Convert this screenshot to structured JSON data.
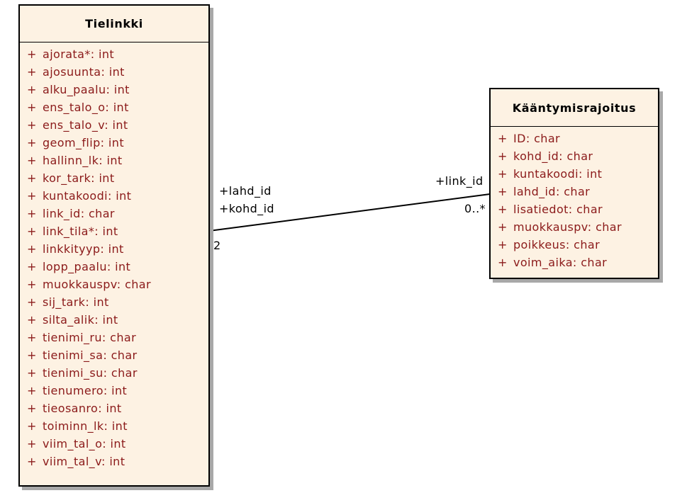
{
  "classes": {
    "tielinkki": {
      "name": "Tielinkki",
      "attributes": [
        {
          "vis": "+",
          "text": "ajorata*: int"
        },
        {
          "vis": "+",
          "text": "ajosuunta: int"
        },
        {
          "vis": "+",
          "text": "alku_paalu: int"
        },
        {
          "vis": "+",
          "text": "ens_talo_o: int"
        },
        {
          "vis": "+",
          "text": "ens_talo_v: int"
        },
        {
          "vis": "+",
          "text": "geom_flip: int"
        },
        {
          "vis": "+",
          "text": "hallinn_lk: int"
        },
        {
          "vis": "+",
          "text": "kor_tark: int"
        },
        {
          "vis": "+",
          "text": "kuntakoodi: int"
        },
        {
          "vis": "+",
          "text": "link_id: char"
        },
        {
          "vis": "+",
          "text": "link_tila*: int"
        },
        {
          "vis": "+",
          "text": "linkkityyp: int"
        },
        {
          "vis": "+",
          "text": "lopp_paalu: int"
        },
        {
          "vis": "+",
          "text": "muokkauspv: char"
        },
        {
          "vis": "+",
          "text": "sij_tark: int"
        },
        {
          "vis": "+",
          "text": "silta_alik: int"
        },
        {
          "vis": "+",
          "text": "tienimi_ru: char"
        },
        {
          "vis": "+",
          "text": "tienimi_sa: char"
        },
        {
          "vis": "+",
          "text": "tienimi_su: char"
        },
        {
          "vis": "+",
          "text": "tienumero: int"
        },
        {
          "vis": "+",
          "text": "tieosanro: int"
        },
        {
          "vis": "+",
          "text": "toiminn_lk: int"
        },
        {
          "vis": "+",
          "text": "viim_tal_o: int"
        },
        {
          "vis": "+",
          "text": "viim_tal_v: int"
        }
      ]
    },
    "kaantymisrajoitus": {
      "name": "Kääntymisrajoitus",
      "attributes": [
        {
          "vis": "+",
          "text": "ID: char"
        },
        {
          "vis": "+",
          "text": "kohd_id: char"
        },
        {
          "vis": "+",
          "text": "kuntakoodi: int"
        },
        {
          "vis": "+",
          "text": "lahd_id: char"
        },
        {
          "vis": "+",
          "text": "lisatiedot: char"
        },
        {
          "vis": "+",
          "text": "muokkauspv: char"
        },
        {
          "vis": "+",
          "text": "poikkeus: char"
        },
        {
          "vis": "+",
          "text": "voim_aika: char"
        }
      ]
    }
  },
  "association": {
    "source_roles": [
      "+lahd_id",
      "+kohd_id"
    ],
    "source_multiplicity": "2",
    "target_role": "+link_id",
    "target_multiplicity": "0..*"
  },
  "colors": {
    "class_fill": "#fdf2e3",
    "attribute_text": "#8b1a1a",
    "border": "#000000",
    "shadow": "#a8a8a8"
  }
}
